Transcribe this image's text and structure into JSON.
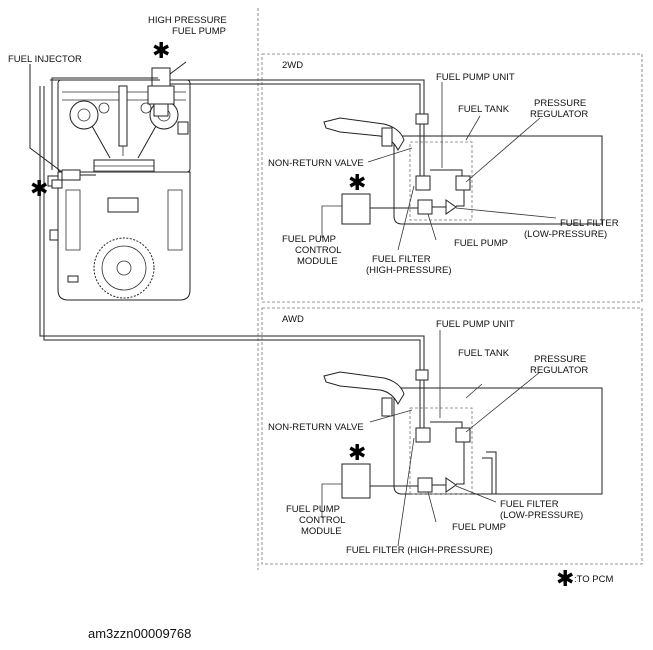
{
  "labels": {
    "hp_pump_1": "HIGH PRESSURE",
    "hp_pump_2": "FUEL PUMP",
    "injector": "FUEL INJECTOR",
    "section_2wd": "2WD",
    "section_awd": "AWD",
    "pump_unit": "FUEL PUMP UNIT",
    "tank": "FUEL TANK",
    "regulator_1": "PRESSURE",
    "regulator_2": "REGULATOR",
    "nrv": "NON-RETURN VALVE",
    "module_1": "FUEL PUMP",
    "module_2": "CONTROL",
    "module_3": "MODULE",
    "fuel_pump": "FUEL PUMP",
    "filter_lp_1": "FUEL FILTER",
    "filter_lp_2": "(LOW-PRESSURE)",
    "filter_hp_1": "FUEL FILTER",
    "filter_hp_2": "(HIGH-PRESSURE)",
    "filter_hp_awd": "FUEL FILTER (HIGH-PRESSURE)",
    "legend": ":TO PCM",
    "asterisk": "✱"
  },
  "image_code": "am3zzn00009768"
}
